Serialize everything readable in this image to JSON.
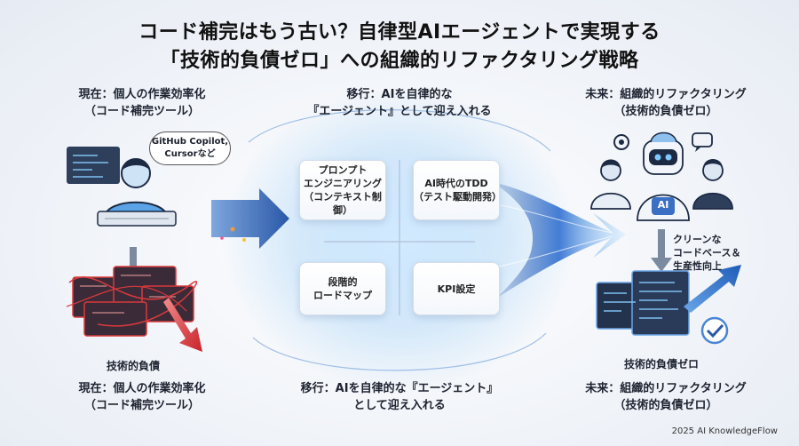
{
  "title": {
    "line1": "コード補完はもう古い？自律型AIエージェントで実現する",
    "line2": "「技術的負債ゼロ」への組織的リファクタリング戦略"
  },
  "left": {
    "top_label": [
      "現在：個人の作業効率化",
      "（コード補完ツール）"
    ],
    "bubble": [
      "GitHub Copilot,",
      "Cursorなど"
    ],
    "debt_label": "技術的負債",
    "bottom_label": [
      "現在：個人の作業効率化",
      "（コード補完ツール）"
    ]
  },
  "middle": {
    "top_label": [
      "移行：AIを自律的な",
      "『エージェント』として迎え入れる"
    ],
    "cards": [
      {
        "lines": [
          "プロンプト",
          "エンジニアリング",
          "（コンテキスト制御）"
        ]
      },
      {
        "lines": [
          "AI時代のTDD",
          "（テスト駆動開発）"
        ]
      },
      {
        "lines": [
          "段階的",
          "ロードマップ"
        ]
      },
      {
        "lines": [
          "KPI設定"
        ]
      }
    ],
    "bottom_label": [
      "移行：AIを自律的な『エージェント』",
      "として迎え入れる"
    ]
  },
  "right": {
    "top_label": [
      "未来：組織的リファクタリング",
      "（技術的負債ゼロ）"
    ],
    "robot_badge": "AI",
    "clean_label": [
      "クリーンな",
      "コードベース＆",
      "生産性向上"
    ],
    "zero_label": "技術的負債ゼロ",
    "bottom_label": [
      "未来：組織的リファクタリング",
      "（技術的負債ゼロ）"
    ]
  },
  "footer": "2025 AI KnowledgeFlow",
  "colors": {
    "accent": "#2e5fa8",
    "arrow": "#3b6fc4",
    "debt_red": "#d9393e",
    "glow": "#7fc4f5"
  }
}
